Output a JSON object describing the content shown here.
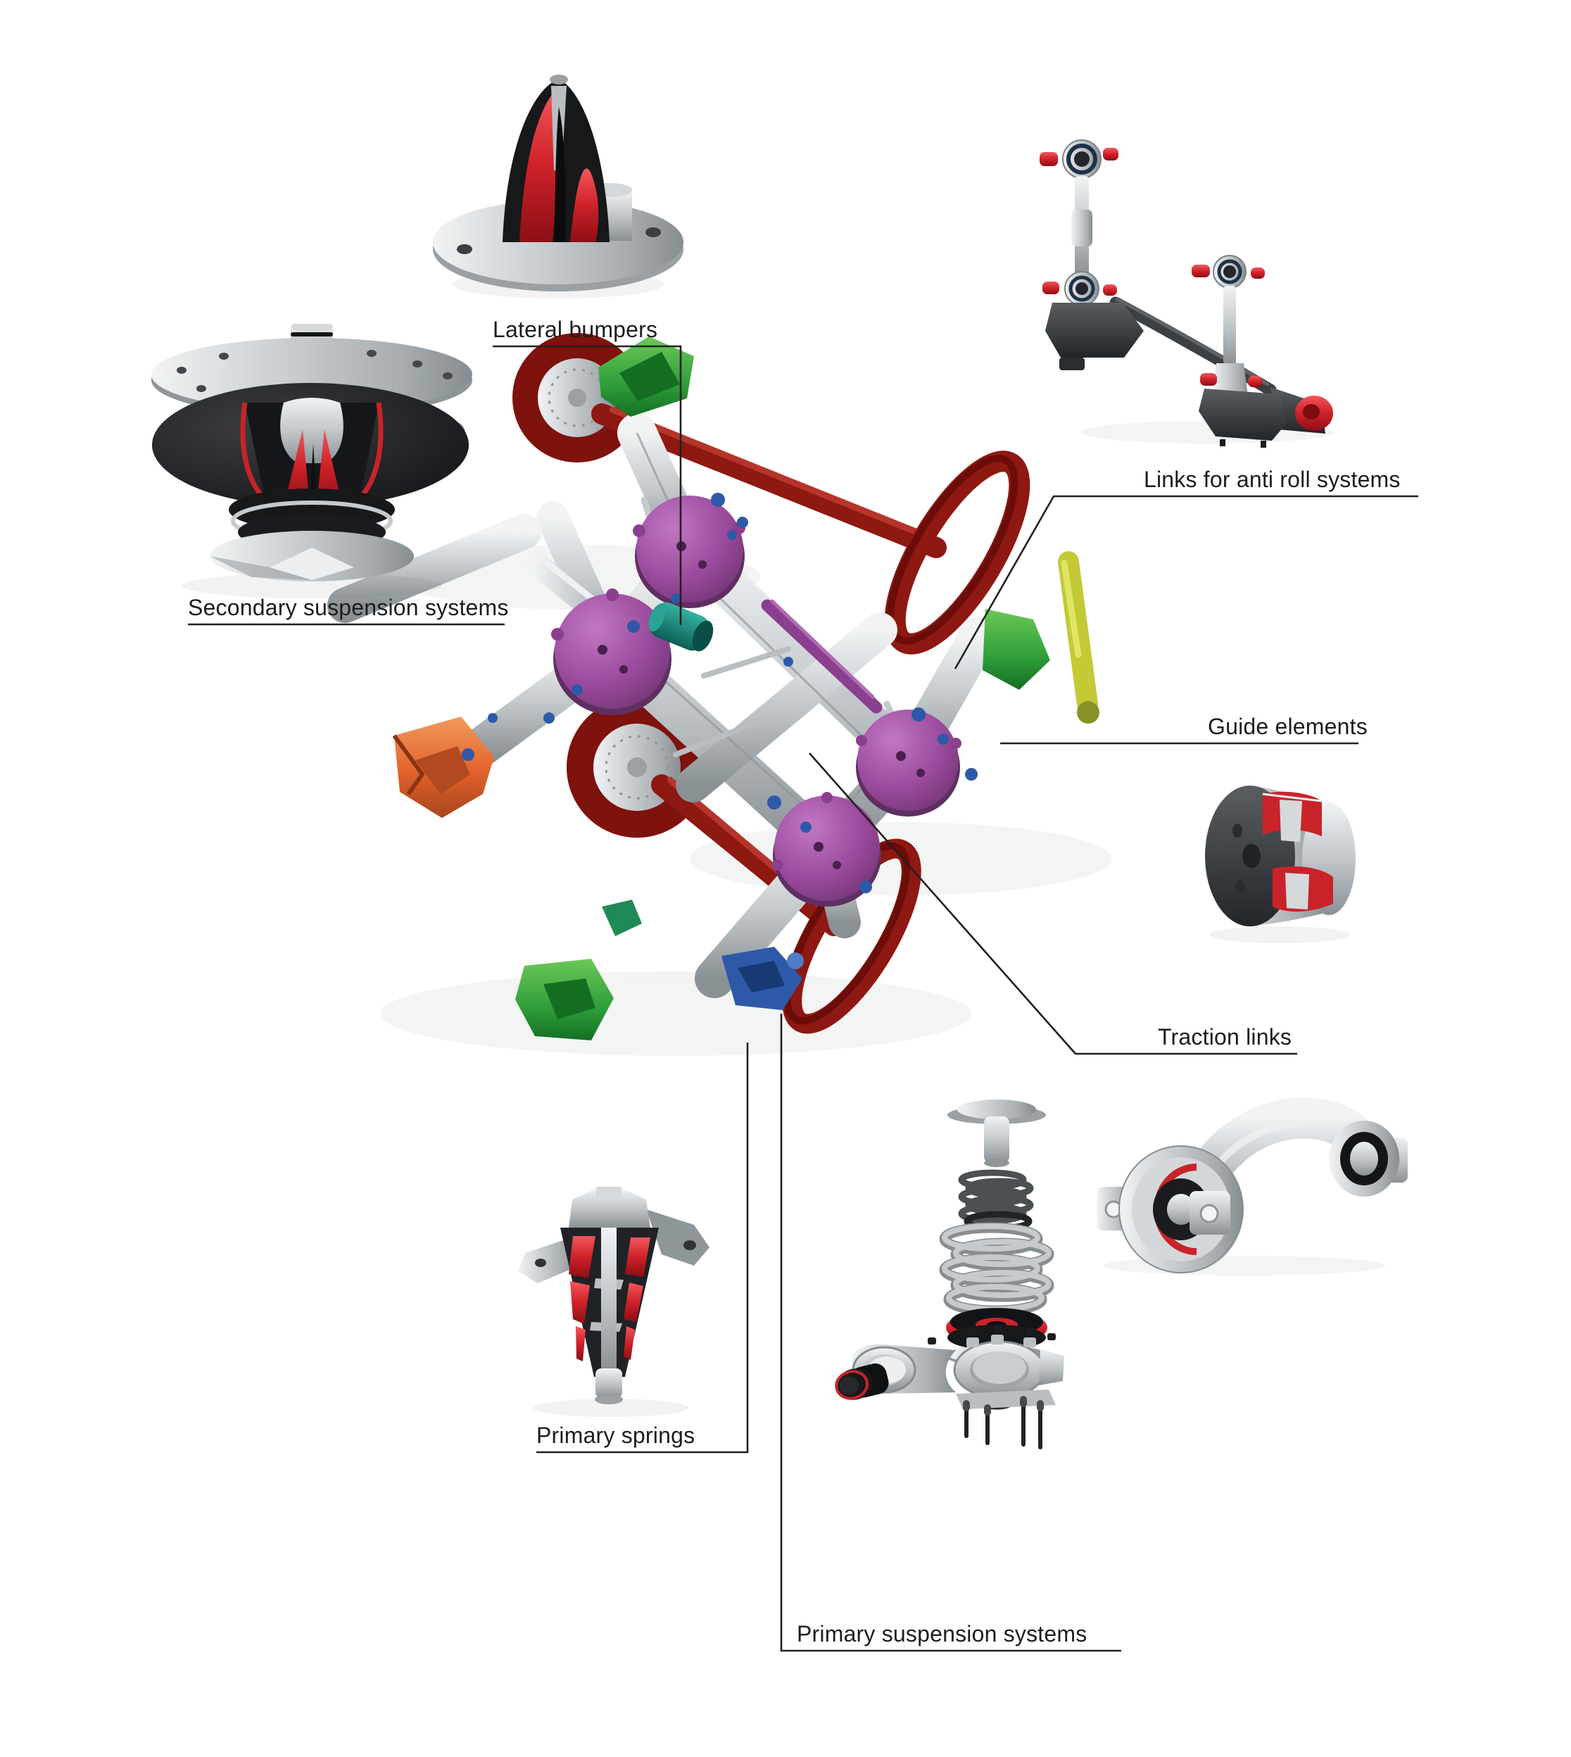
{
  "title": "Rail bogie suspension components diagram",
  "background": "#ffffff",
  "callout_color": "#231f20",
  "labels": {
    "lateral_bumpers": "Lateral bumpers",
    "secondary_suspension": "Secondary suspension systems",
    "anti_roll": "Links for anti roll systems",
    "guide_elements": "Guide elements",
    "traction_links": "Traction links",
    "primary_springs": "Primary springs",
    "primary_suspension": "Primary suspension systems"
  },
  "parts": [
    {
      "name": "lateral-bumper-cutaway",
      "label_key": "lateral_bumpers"
    },
    {
      "name": "secondary-air-spring-cutaway",
      "label_key": "secondary_suspension"
    },
    {
      "name": "anti-roll-link-assembly",
      "label_key": "anti_roll"
    },
    {
      "name": "guide-element-bushing-cutaway",
      "label_key": "guide_elements"
    },
    {
      "name": "traction-link-arm-cutaway",
      "label_key": "traction_links"
    },
    {
      "name": "primary-conical-spring-cutaway",
      "label_key": "primary_springs"
    },
    {
      "name": "primary-suspension-exploded-view",
      "label_key": "primary_suspension"
    },
    {
      "name": "bogie-assembly",
      "label_key": null
    }
  ],
  "palette": {
    "wheel_red": "#8e1812",
    "rubber_red": "#c9232a",
    "frame_silver": "#c8ccce",
    "disc_purple": "#9a4a9c",
    "brake_green": "#2f9e3a",
    "bracket_orange": "#e2622b",
    "accent_blue": "#2d59a8",
    "axlebox_yellow": "#c3ca36",
    "bumper_teal": "#12796d",
    "rubber_black": "#141518"
  }
}
